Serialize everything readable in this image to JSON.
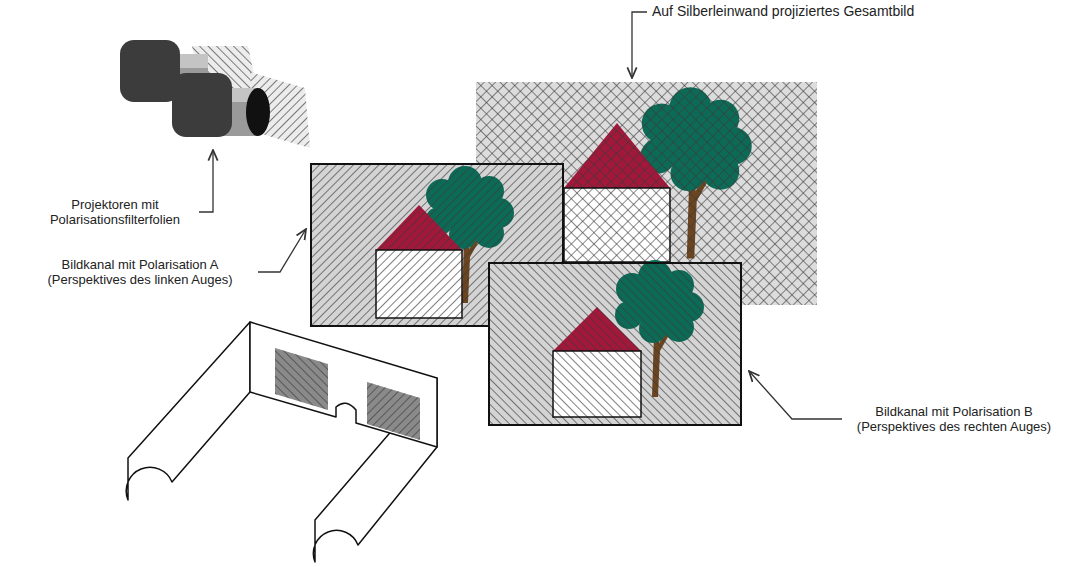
{
  "diagram": {
    "labels": [
      "Auf Silberleinwand projiziertes Gesamtbild",
      "Projektoren mit Polarisationsfilterfolien",
      "Bildkanal mit Polarisation A (Perspektives des linken Auges)",
      "Bildkanal mit Polarisation B (Perspektives des rechten Auges)"
    ]
  }
}
